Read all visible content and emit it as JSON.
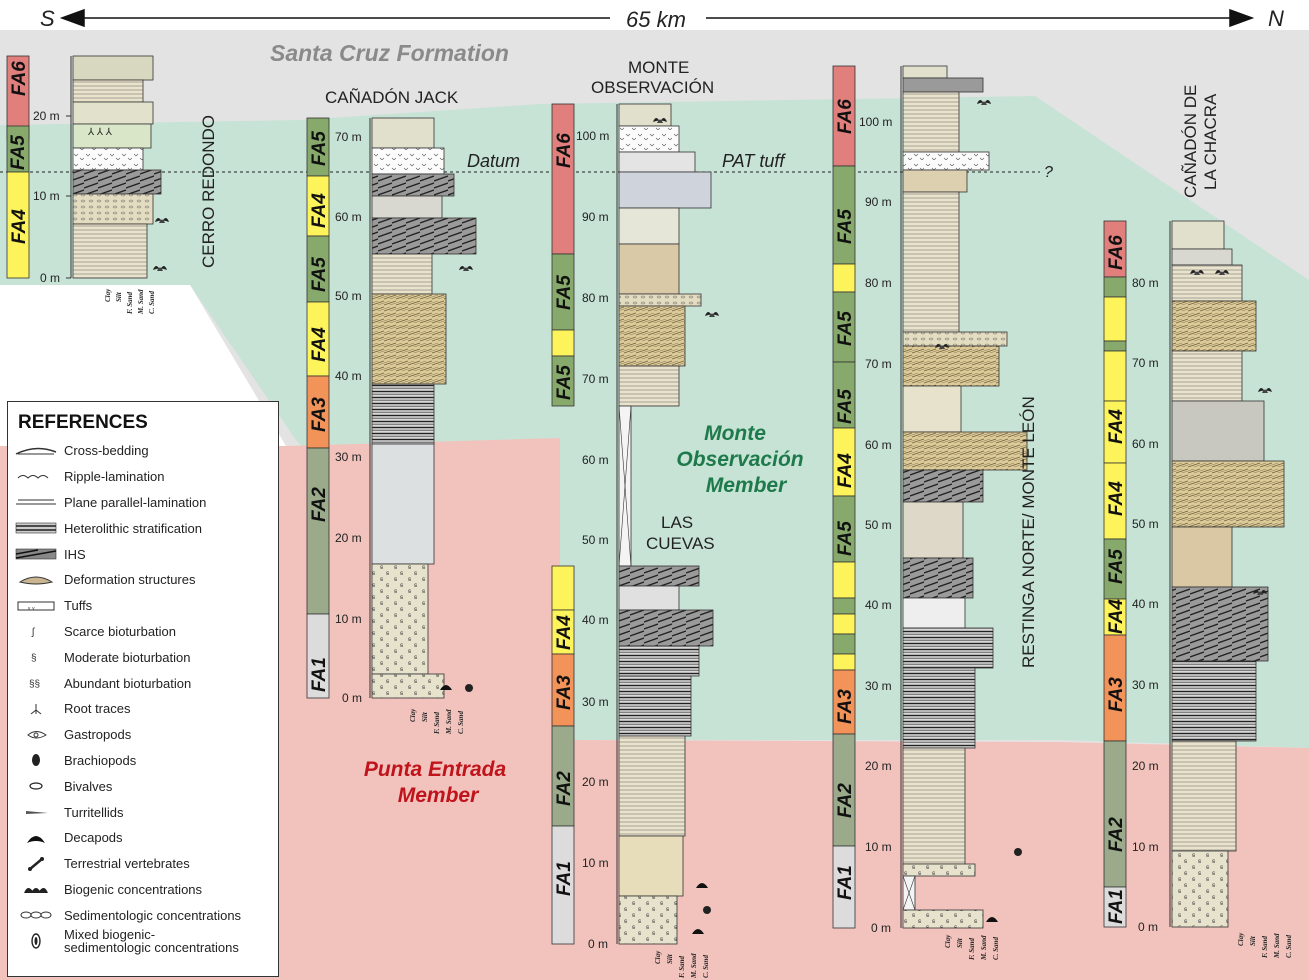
{
  "header": {
    "south": "S",
    "north": "N",
    "distance": "65 km"
  },
  "labels": {
    "santa_cruz": "Santa Cruz Formation",
    "datum": "Datum",
    "pat_tuff": "PAT tuff",
    "question": "?",
    "monte_member": [
      "Monte",
      "Observación",
      "Member"
    ],
    "punta_member": [
      "Punta Entrada",
      "Member"
    ]
  },
  "sections": {
    "cerro": {
      "name": "CERRO REDONDO",
      "ticks": [
        "20 m",
        "10 m",
        "0 m"
      ]
    },
    "jack": {
      "name": "CAÑADÓN JACK",
      "ticks": [
        "70 m",
        "60 m",
        "50 m",
        "40 m",
        "30 m",
        "20 m",
        "10 m",
        "0 m"
      ]
    },
    "monte": {
      "name": [
        "MONTE",
        "OBSERVACIÓN"
      ],
      "ticks": [
        "100 m",
        "90 m",
        "80 m",
        "70 m",
        "60 m",
        "50 m",
        "40 m",
        "30 m",
        "20 m",
        "10 m",
        "0 m"
      ]
    },
    "cuevas": {
      "name": [
        "LAS",
        "CUEVAS"
      ]
    },
    "restinga": {
      "name": "RESTINGA NORTE/ MONTE LEÓN",
      "ticks": [
        "100 m",
        "90 m",
        "80 m",
        "70 m",
        "60 m",
        "50 m",
        "40 m",
        "30 m",
        "20 m",
        "10 m",
        "0 m"
      ]
    },
    "chacra": {
      "name": [
        "CAÑADÓN DE",
        "LA CHACRA"
      ],
      "ticks": [
        "80 m",
        "70 m",
        "60 m",
        "50 m",
        "40 m",
        "30 m",
        "20 m",
        "10 m",
        "0 m"
      ]
    }
  },
  "grain_sizes": [
    "Clay",
    "Silt",
    "F. Sand",
    "M. Sand",
    "C. Sand"
  ],
  "facies": {
    "cerro": [
      "FA6",
      "FA5",
      "FA4"
    ],
    "jack": [
      "FA5",
      "FA4",
      "FA5",
      "FA4",
      "FA3",
      "FA2",
      "FA1"
    ],
    "monte_upper": [
      "FA6",
      "FA5",
      "FA5"
    ],
    "monte_lower": [
      "FA4",
      "FA3",
      "FA2",
      "FA1"
    ],
    "restinga": [
      "FA6",
      "FA5",
      "FA5",
      "FA5",
      "FA4",
      "FA5",
      "FA3",
      "FA2",
      "FA1"
    ],
    "chacra": [
      "FA6",
      "FA4",
      "FA4",
      "FA5",
      "FA4",
      "FA3",
      "FA2",
      "FA1"
    ]
  },
  "legend": {
    "title": "REFERENCES",
    "items": [
      {
        "label": "Cross-bedding",
        "icon": "cross-bedding"
      },
      {
        "label": "Ripple-lamination",
        "icon": "ripple"
      },
      {
        "label": "Plane parallel-lamination",
        "icon": "plane-lamination"
      },
      {
        "label": "Heterolithic stratification",
        "icon": "heterolithic"
      },
      {
        "label": "IHS",
        "icon": "ihs"
      },
      {
        "label": "Deformation structures",
        "icon": "deformation"
      },
      {
        "label": "Tuffs",
        "icon": "tuff"
      },
      {
        "label": "Scarce bioturbation",
        "icon": "scarce-bioturbation"
      },
      {
        "label": "Moderate bioturbation",
        "icon": "moderate-bioturbation"
      },
      {
        "label": "Abundant bioturbation",
        "icon": "abundant-bioturbation"
      },
      {
        "label": "Root traces",
        "icon": "root"
      },
      {
        "label": "Gastropods",
        "icon": "gastropod"
      },
      {
        "label": "Brachiopods",
        "icon": "brachiopod"
      },
      {
        "label": "Bivalves",
        "icon": "bivalve"
      },
      {
        "label": "Turritellids",
        "icon": "turritellid"
      },
      {
        "label": "Decapods",
        "icon": "decapod"
      },
      {
        "label": "Terrestrial vertebrates",
        "icon": "vertebrate"
      },
      {
        "label": "Biogenic concentrations",
        "icon": "biogenic"
      },
      {
        "label": "Sedimentologic concentrations",
        "icon": "sedimentologic"
      },
      {
        "label": "Mixed biogenic-\nsedimentologic concentrations",
        "icon": "mixed"
      }
    ]
  },
  "colors": {
    "santa_cruz_bg": "#e3e3e3",
    "monte_member_bg": "#c7e3d6",
    "punta_member_bg": "#f2c3bd",
    "FA1": "#dcdcdc",
    "FA2": "#9aaa8a",
    "FA3": "#f2935a",
    "FA4": "#fdf35b",
    "FA5": "#87aa6c",
    "FA6": "#e07f7c",
    "sand": "#e8e0c3",
    "mud": "#5a5a5a",
    "monte_text": "#1e7a4a",
    "punta_text": "#c0141c"
  }
}
